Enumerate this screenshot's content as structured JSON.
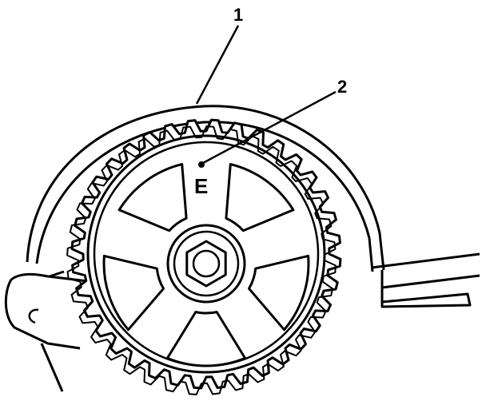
{
  "callouts": [
    {
      "id": "1",
      "label": "1"
    },
    {
      "id": "2",
      "label": "2"
    }
  ],
  "gear_mark": "E",
  "colors": {
    "ink": "#000000",
    "paper": "#ffffff"
  }
}
